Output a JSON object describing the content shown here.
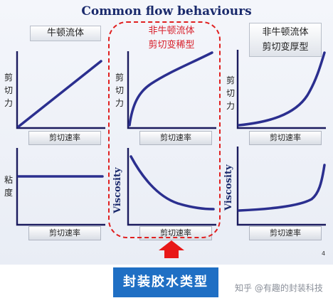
{
  "title": "Common flow behaviours",
  "columns": [
    {
      "label_line1": "牛顿流体",
      "label_line2": ""
    },
    {
      "label_line1": "非牛顿流体",
      "label_line2": "剪切变稀型"
    },
    {
      "label_line1": "非牛顿流体",
      "label_line2": "剪切变厚型"
    }
  ],
  "y_labels": {
    "shear_stress": "剪切力",
    "viscosity_cn": "粘度",
    "viscosity_en": "Viscosity"
  },
  "x_label": "剪切速率",
  "page_number": "4",
  "banner": "封装胶水类型",
  "watermark": "知乎 @有趣的封装科技",
  "colors": {
    "curve": "#2b2f8f",
    "axis": "#1b1b5e",
    "highlight": "#e02020",
    "banner": "#1f6fc4"
  }
}
